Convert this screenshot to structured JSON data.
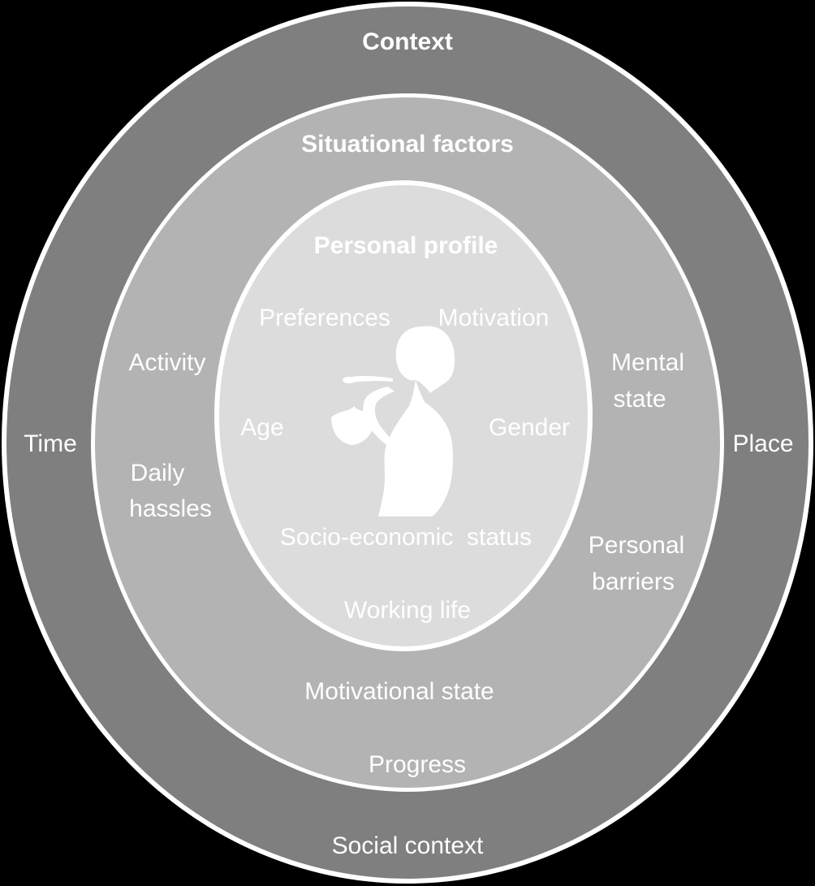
{
  "rings": {
    "context": {
      "title": "Context",
      "left": "Time",
      "right": "Place",
      "bottom": "Social context"
    },
    "situational": {
      "title": "Situational factors",
      "activity": "Activity",
      "daily_hassles": [
        "Daily",
        "hassles"
      ],
      "mental_state": [
        "Mental",
        "state"
      ],
      "personal_barriers": [
        "Personal",
        "barriers"
      ],
      "motivational_state": "Motivational state",
      "progress": "Progress"
    },
    "personal": {
      "title": "Personal profile",
      "preferences": "Preferences",
      "motivation": "Motivation",
      "age": "Age",
      "gender": "Gender",
      "socio_economic": "Socio-economic  status",
      "working_life": "Working life"
    }
  },
  "colors": {
    "background": "#000000",
    "outer_ring": "#7f7f7f",
    "middle_ring": "#b3b3b3",
    "inner_ring": "#dcdcdc",
    "text": "#ffffff"
  },
  "icons": {
    "center": "woman-eating-silhouette-icon"
  }
}
